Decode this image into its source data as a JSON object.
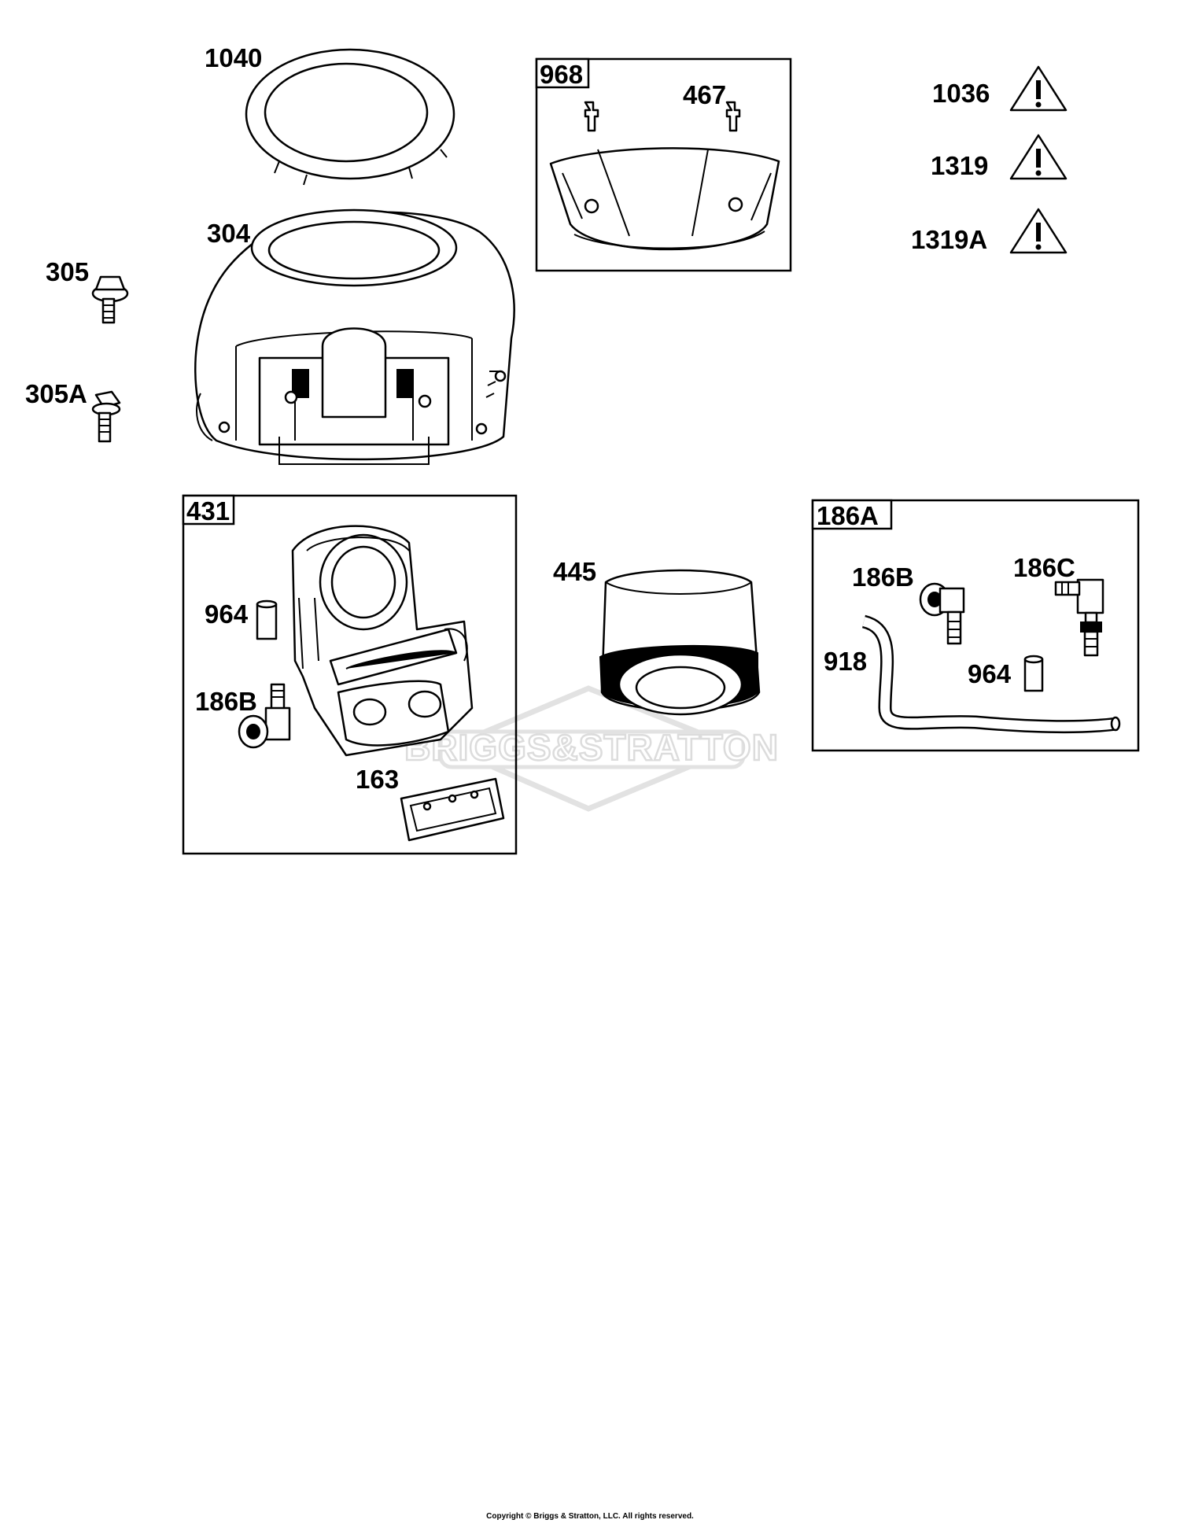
{
  "diagram": {
    "labels": {
      "p1040": "1040",
      "p968": "968",
      "p467": "467",
      "p1036": "1036",
      "p1319": "1319",
      "p1319a": "1319A",
      "p304": "304",
      "p305": "305",
      "p305a": "305A",
      "p431": "431",
      "p964_left": "964",
      "p186b_left": "186B",
      "p163": "163",
      "p445": "445",
      "p186a": "186A",
      "p186b_right": "186B",
      "p186c": "186C",
      "p918": "918",
      "p964_right": "964"
    },
    "watermark": "BRIGGS&STRATTON",
    "copyright": "Copyright © Briggs & Stratton, LLC. All rights reserved."
  }
}
